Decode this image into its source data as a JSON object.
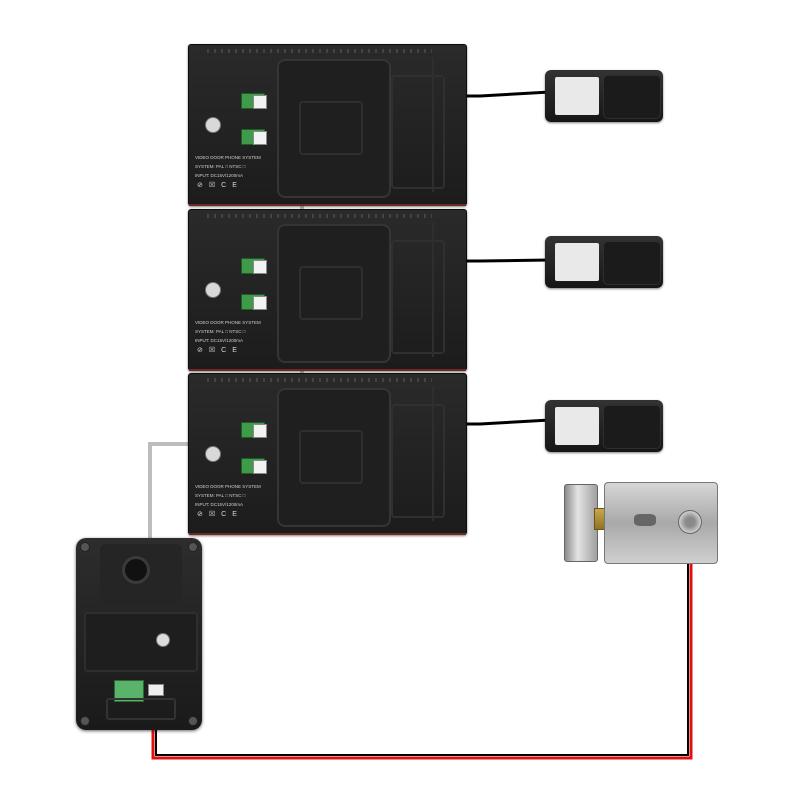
{
  "diagram": {
    "monitors": [
      {
        "label_title": "VIDEO DOOR PHONE SYSTEM",
        "label_system": "SYSTEM: PAL □  NTSC □",
        "label_input": "INPUT: DC15V/1200mA"
      },
      {
        "label_title": "VIDEO DOOR PHONE SYSTEM",
        "label_system": "SYSTEM: PAL □  NTSC □",
        "label_input": "INPUT: DC15V/1200mA"
      },
      {
        "label_title": "VIDEO DOOR PHONE SYSTEM",
        "label_system": "SYSTEM: PAL □  NTSC □",
        "label_input": "INPUT: DC15V/1200mA"
      }
    ],
    "adapters": [
      {
        "icon": "power-adapter-icon"
      },
      {
        "icon": "power-adapter-icon"
      },
      {
        "icon": "power-adapter-icon"
      }
    ],
    "outdoor_unit": {
      "icon": "door-camera-icon"
    },
    "lock": {
      "icon": "electric-lock-icon"
    },
    "wire_colors": {
      "power": "#000000",
      "signal": "#c8c8c8",
      "lock_red": "#e01010",
      "lock_black": "#000000"
    }
  }
}
